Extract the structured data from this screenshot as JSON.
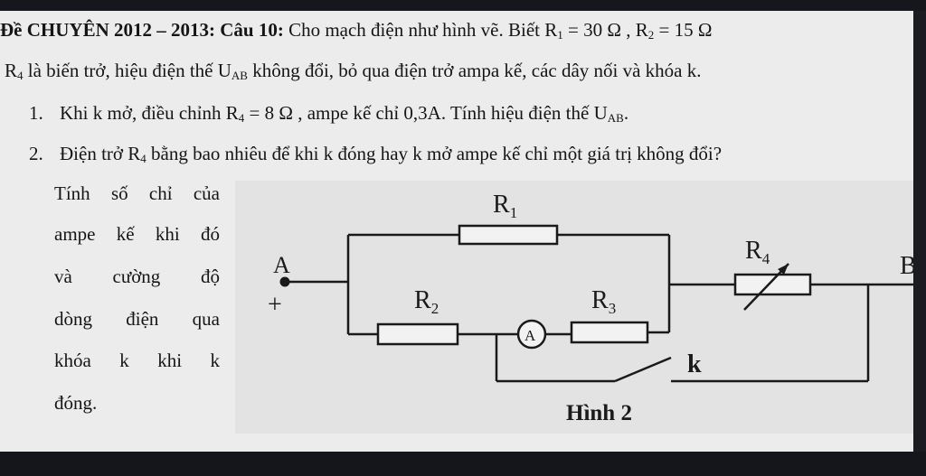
{
  "problem": {
    "line1_prefix": "Đề CHUYÊN 2012 – 2013: Câu 10:",
    "line1_text": " Cho mạch điện như hình vẽ. Biết R",
    "r1_sub": "1",
    "r1_val": " = 30  Ω , R",
    "r2_sub": "2",
    "r2_val": " = 15 Ω",
    "line2_r": "R",
    "line2_r_sub": "4",
    "line2_text": " là biến trở, hiệu điện thế U",
    "line2_u_sub": "AB",
    "line2_rest": " không đổi, bỏ qua điện trở ampa kế, các dây nối và khóa k.",
    "item1_num": "1.",
    "item1_text": "Khi k mở, điều chỉnh R",
    "item1_r_sub": "4",
    "item1_mid": " = 8  Ω , ampe kế chỉ 0,3A. Tính hiệu điện thế U",
    "item1_u_sub": "AB",
    "item1_end": ".",
    "item2_num": "2.",
    "item2_text": "Điện trở R",
    "item2_r_sub": "4",
    "item2_rest": " bằng bao nhiêu để khi k đóng hay k mở ampe kế chỉ một giá trị không đổi?"
  },
  "side_text": [
    [
      "Tính",
      "số",
      "chỉ",
      "của"
    ],
    [
      "ampe",
      "kế",
      "khi",
      "đó"
    ],
    [
      "và",
      "cường",
      "độ"
    ],
    [
      "dòng",
      "điện",
      "qua"
    ],
    [
      "khóa",
      "k",
      "khi",
      "k"
    ],
    [
      "đóng."
    ]
  ],
  "circuit": {
    "label_A": "A",
    "label_B": "B",
    "plus": "+",
    "r1": "R",
    "r1_sub": "1",
    "r2": "R",
    "r2_sub": "2",
    "r3": "R",
    "r3_sub": "3",
    "r4": "R",
    "r4_sub": "4",
    "ammeter": "A",
    "switch_label": "k",
    "caption": "Hình 2"
  }
}
